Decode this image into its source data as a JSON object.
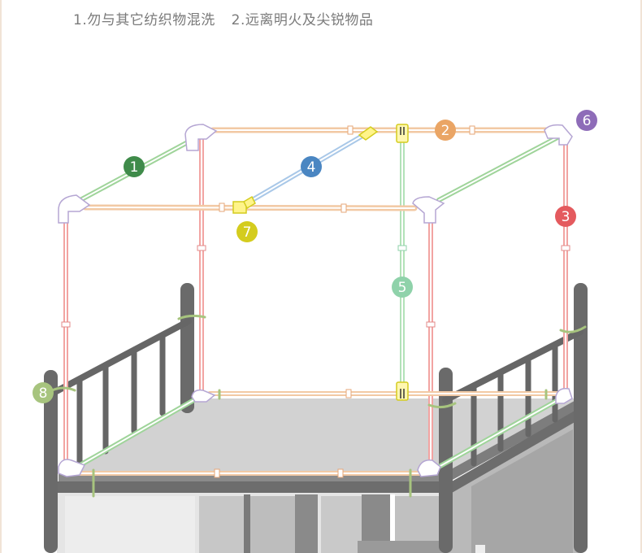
{
  "care_notes": [
    "1.勿与其它纺织物混洗",
    "2.远离明火及尖锐物品"
  ],
  "parts": [
    {
      "label": "1",
      "color": "#3f8b4a"
    },
    {
      "label": "2",
      "color": "#eaa565"
    },
    {
      "label": "3",
      "color": "#e45a5e"
    },
    {
      "label": "4",
      "color": "#4a86c2"
    },
    {
      "label": "5",
      "color": "#8fd2aa"
    },
    {
      "label": "6",
      "color": "#8e6cb8"
    },
    {
      "label": "7",
      "color": "#d4cc1e"
    },
    {
      "label": "8",
      "color": "#a7c47e"
    }
  ],
  "colors": {
    "pipe_orange": "#f2c9a4",
    "pipe_red": "#f2a4a2",
    "pipe_green": "#9fd49a",
    "pipe_blue": "#a9c8e8",
    "pipe_mint": "#b2e2b8",
    "bed_dark": "#6d6d6d",
    "mattress": "#d2d2d2"
  }
}
